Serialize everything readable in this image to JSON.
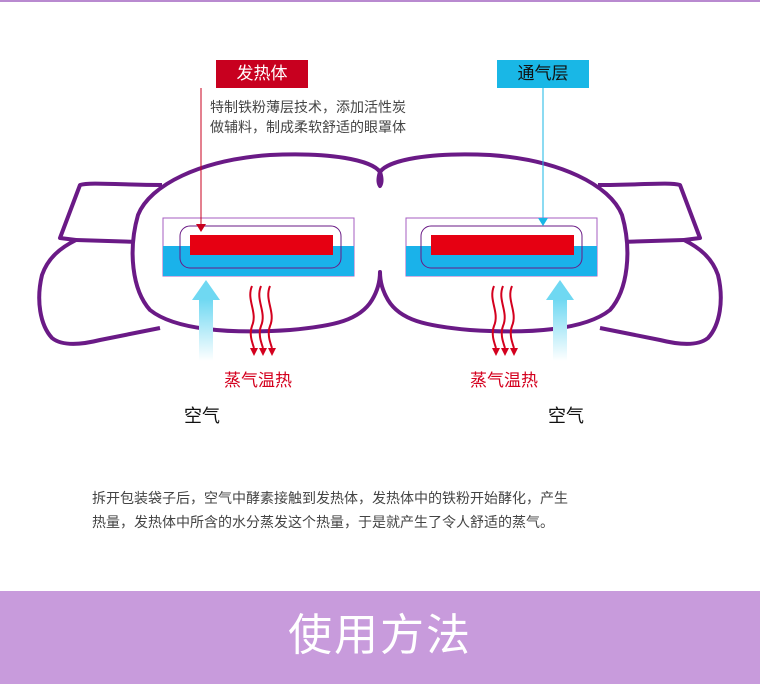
{
  "labels": {
    "heating_body": "发热体",
    "vent_layer": "通气层"
  },
  "description": {
    "line1": "特制铁粉薄层技术，添加活性炭",
    "line2": "做辅料，制成柔软舒适的眼罩体"
  },
  "flows": {
    "steam_left": "蒸气温热",
    "steam_right": "蒸气温热",
    "air_left": "空气",
    "air_right": "空气"
  },
  "explanation": {
    "line1": "拆开包装袋子后，空气中酵素接触到发热体，发热体中的铁粉开始酵化，产生",
    "line2": "热量，发热体中所含的水分蒸发这个热量，于是就产生了令人舒适的蒸气。"
  },
  "footer": {
    "title": "使用方法"
  },
  "colors": {
    "mask_outline": "#6a1a86",
    "heating_red": "#e60012",
    "water_blue": "#1ab2ea",
    "label_red": "#c8001f",
    "label_cyan": "#19b7e6",
    "steam_red": "#d4001e",
    "footer_purple": "#c89bdc"
  },
  "icons": [
    "steam-arrow-icon",
    "air-arrow-icon"
  ]
}
